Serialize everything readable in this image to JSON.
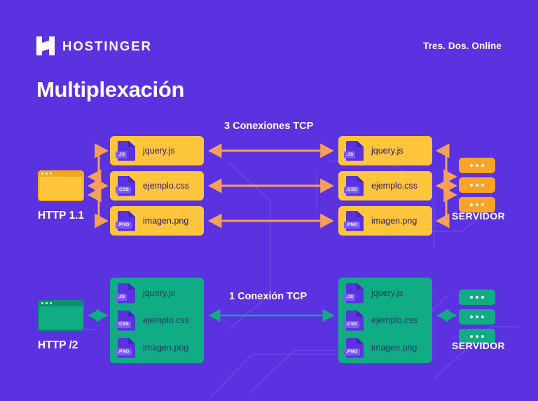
{
  "brand": {
    "logo_icon": "hostinger-h-logo",
    "name": "HOSTINGER",
    "tagline": "Tres. Dos. Online"
  },
  "page": {
    "title": "Multiplexación",
    "background_color": "#5A32E0"
  },
  "colors": {
    "background": "#5A32E0",
    "yellow": "#FFC53D",
    "orange": "#FCA326",
    "arrow_orange": "#F5A05A",
    "teal": "#10AC84",
    "file_icon_purple": "#5A32E0",
    "file_tag_purple": "#7B5BFF",
    "text_white": "#FFFFFF",
    "text_dark": "#2B1A66"
  },
  "sections": [
    {
      "id": "http11",
      "protocol_label": "HTTP 1.1",
      "connection_label": "3 Conexiones TCP",
      "server_label": "SERVIDOR",
      "accent": "#FFC53D",
      "arrow_color": "#F5A05A",
      "layout": "separate-cards",
      "files": [
        {
          "tag": ".JS",
          "name": "jquery.js"
        },
        {
          "tag": ".CSS",
          "name": "ejemplo.css"
        },
        {
          "tag": ".PNG",
          "name": "imagen.png"
        }
      ]
    },
    {
      "id": "http2",
      "protocol_label": "HTTP /2",
      "connection_label": "1 Conexión TCP",
      "server_label": "SERVIDOR",
      "accent": "#10AC84",
      "arrow_color": "#10AC84",
      "layout": "single-card",
      "files": [
        {
          "tag": ".JS",
          "name": "jquery.js"
        },
        {
          "tag": ".CSS",
          "name": "ejemplo.css"
        },
        {
          "tag": ".PNG",
          "name": "imagen.png"
        }
      ]
    }
  ]
}
